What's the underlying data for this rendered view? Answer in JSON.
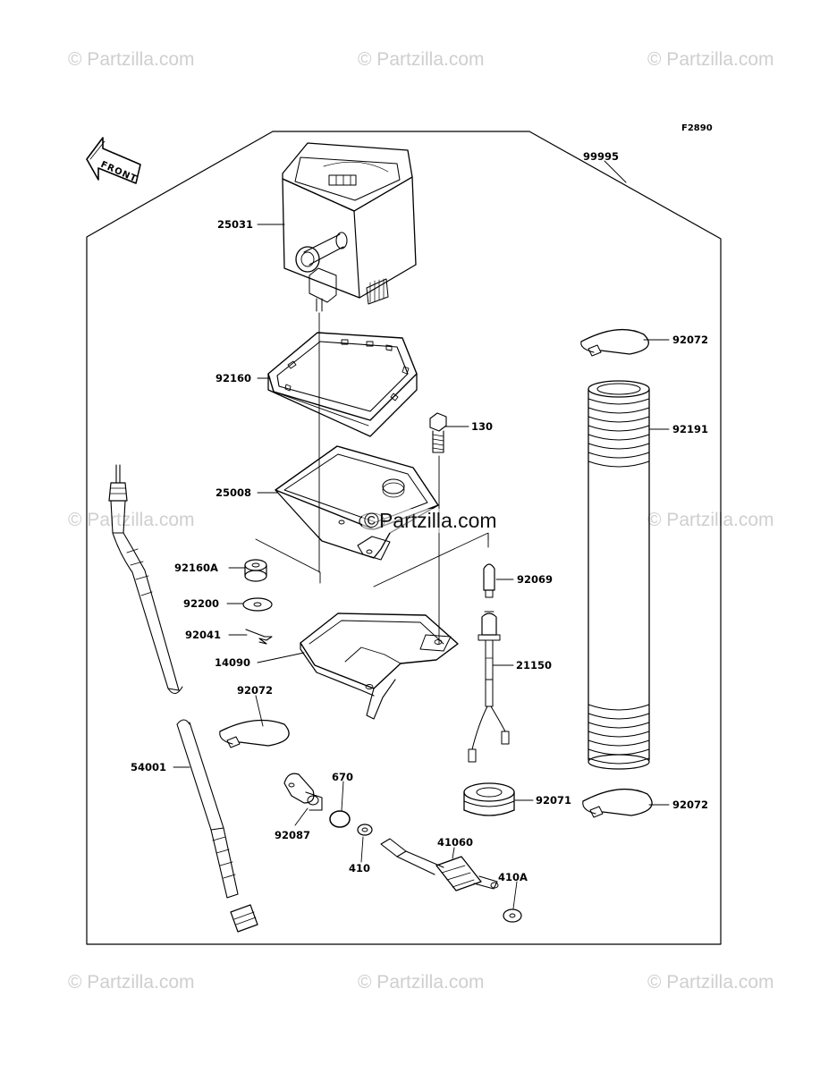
{
  "diagram": {
    "figure_code": "F2890",
    "front_label": "FRONT",
    "parts": {
      "p99995": "99995",
      "p25031": "25031",
      "p92072_top": "92072",
      "p92160": "92160",
      "p130": "130",
      "p92191": "92191",
      "p25008": "25008",
      "p92160A": "92160A",
      "p92069": "92069",
      "p92200": "92200",
      "p92041": "92041",
      "p14090": "14090",
      "p21150": "21150",
      "p92072_left": "92072",
      "p54001": "54001",
      "p670": "670",
      "p92071": "92071",
      "p92072_bottom": "92072",
      "p92087": "92087",
      "p41060": "41060",
      "p410": "410",
      "p410A": "410A"
    }
  },
  "watermarks": {
    "text": "© Partzilla.com",
    "center_text": "©Partzilla.com"
  },
  "colors": {
    "line": "#000000",
    "watermark": "#cfcfcf"
  }
}
